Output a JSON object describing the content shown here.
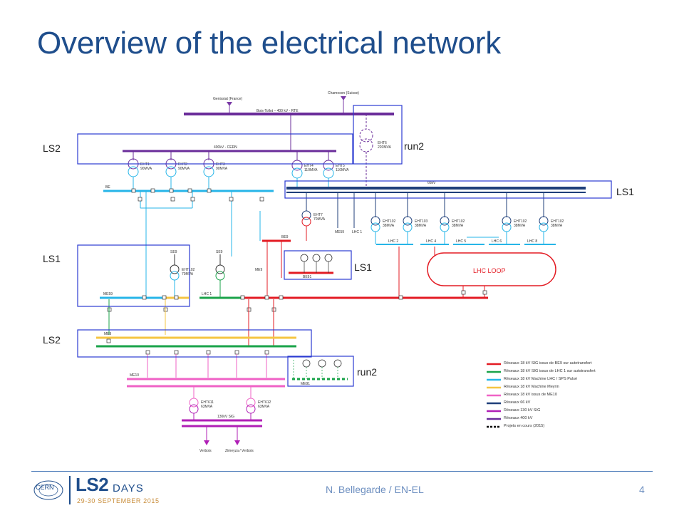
{
  "title": "Overview of the electrical network",
  "region_labels": {
    "ls2_top": "LS2",
    "run2_top": "run2",
    "ls1_right": "LS1",
    "ls1_left": "LS1",
    "ls1_mid": "LS1",
    "ls2_bottom": "LS2",
    "run2_bottom": "run2"
  },
  "diagram": {
    "sources": [
      "Genissiat (France)",
      "Chamoson (Suisse)"
    ],
    "bus_400kv_rte": "Bois-Tollot – 400 kV - RTE",
    "bus_400kv_cern": "400kV - CERN",
    "transformers_top": [
      {
        "name": "EHT1",
        "rating": "90MVA"
      },
      {
        "name": "EHT2",
        "rating": "90MVA"
      },
      {
        "name": "EHT3",
        "rating": "90MVA"
      },
      {
        "name": "EHT4",
        "rating": "110MVA"
      },
      {
        "name": "EHT5",
        "rating": "110MVA"
      },
      {
        "name": "EHT6",
        "rating": "220MVA"
      }
    ],
    "bus_be": "BE",
    "bus_66kv": "66kV",
    "eht7": {
      "name": "EHT7",
      "rating": "70MVA"
    },
    "lhc_transformers": [
      {
        "name": "EHT102",
        "rating": "38MVA"
      },
      {
        "name": "EHT103",
        "rating": "38MVA"
      },
      {
        "name": "EHT102",
        "rating": "38MVA"
      },
      {
        "name": "EHT102",
        "rating": "38MVA"
      },
      {
        "name": "EHT102",
        "rating": "38MVA"
      }
    ],
    "lhc_points": [
      "LHC 2",
      "LHC 4",
      "LHC 5",
      "LHC 6",
      "LHC 8"
    ],
    "lhc_loop": "LHC LOOP",
    "be9": "BE9",
    "me9": "ME9",
    "me59": "ME59",
    "lhc1": "LHC 1",
    "se9": "SE9",
    "eht102_mid": {
      "name": "EHT102",
      "rating": "70MVA"
    },
    "be91": "BE91",
    "me10": "ME10",
    "me91": "ME91",
    "eht611": {
      "name": "EHT611",
      "rating": "63MVA"
    },
    "eht612": {
      "name": "EHT612",
      "rating": "63MVA"
    },
    "bus_130kv": "130kV SIG",
    "outputs": [
      "Verbois",
      "Zimeyza / Verbois"
    ]
  },
  "legend": [
    {
      "label": "Réseaux 18 kV SIG issus de BE9 sur autotransfert",
      "color": "#e31b23"
    },
    {
      "label": "Réseaux 18 kV SIG issus de LHC 1 sur autotransfert",
      "color": "#1aa34a"
    },
    {
      "label": "Réseaux 18 kV Machine LHC / SPS Pulsé",
      "color": "#26b5e8"
    },
    {
      "label": "Réseaux 18 kV Machine Meyrin",
      "color": "#f5c542"
    },
    {
      "label": "Réseaux 18 kV issus de ME10",
      "color": "#ef62c6"
    },
    {
      "label": "Réseaux 66 kV",
      "color": "#1f3f7a"
    },
    {
      "label": "Réseaux 130 kV SIG",
      "color": "#b01fb6"
    },
    {
      "label": "Réseaux 400 kV",
      "color": "#6a2c9a"
    },
    {
      "label": "Projets en cours (2015)",
      "color": "#000000",
      "dashed": true
    }
  ],
  "footer": {
    "author": "N. Bellegarde / EN-EL",
    "page": "4",
    "logo_cern": "CERN",
    "logo_ls2": "LS2",
    "logo_days": "DAYS",
    "logo_dates": "29-30 SEPTEMBER 2015"
  },
  "colors": {
    "title": "#1f4e8c",
    "highlight_box": "#2b3bd1",
    "red": "#e31b23",
    "green": "#1aa34a",
    "cyan": "#26b5e8",
    "yellow": "#f5c542",
    "pink": "#ef62c6",
    "navy": "#1f3f7a",
    "magenta": "#b01fb6",
    "purple": "#6a2c9a"
  }
}
